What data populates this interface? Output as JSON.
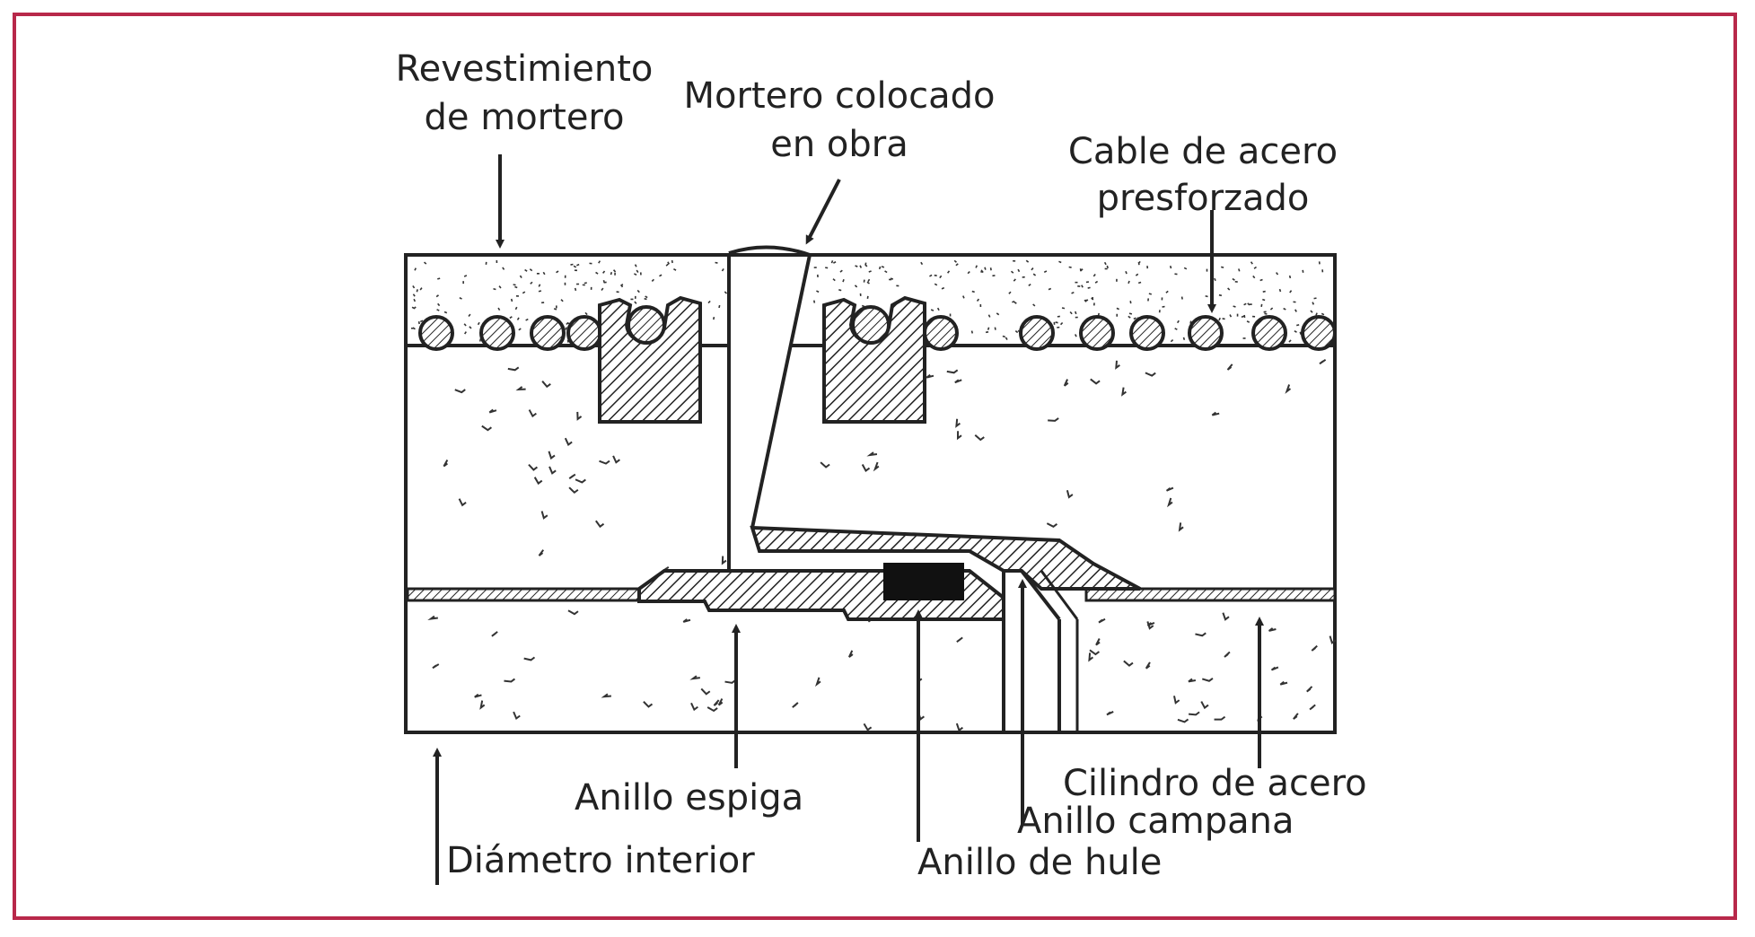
{
  "colors": {
    "border": "#b8284a",
    "ink": "#222222",
    "seal": "#111111",
    "background": "#ffffff"
  },
  "labels": {
    "revestimiento": [
      "Revestimiento",
      "de mortero"
    ],
    "mortero_colocado": [
      "Mortero colocado",
      "en obra"
    ],
    "cable": [
      "Cable de acero",
      "presforzado"
    ],
    "anillo_espiga": "Anillo espiga",
    "diametro_interior": "Diámetro interior",
    "cilindro_acero": "Cilindro de acero",
    "anillo_campana": "Anillo campana",
    "anillo_hule": "Anillo de hule"
  }
}
